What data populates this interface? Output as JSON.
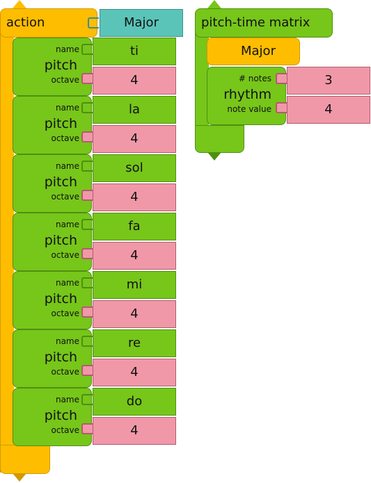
{
  "action_block": {
    "label": "action",
    "arg_label": "Major",
    "colors": {
      "block": "#ffbd00",
      "arg": "#5bc4b8"
    }
  },
  "pitch_labels": {
    "name": "name",
    "title": "pitch",
    "octave": "octave"
  },
  "pitches": [
    {
      "name": "ti",
      "octave": "4"
    },
    {
      "name": "la",
      "octave": "4"
    },
    {
      "name": "sol",
      "octave": "4"
    },
    {
      "name": "fa",
      "octave": "4"
    },
    {
      "name": "mi",
      "octave": "4"
    },
    {
      "name": "re",
      "octave": "4"
    },
    {
      "name": "do",
      "octave": "4"
    }
  ],
  "matrix_block": {
    "label": "pitch-time matrix",
    "child_action": "Major",
    "rhythm": {
      "title": "rhythm",
      "notes_label": "# notes",
      "note_value_label": "note value",
      "notes": "3",
      "note_value": "4"
    },
    "colors": {
      "block": "#77c61a",
      "number": "#f098a8"
    }
  }
}
